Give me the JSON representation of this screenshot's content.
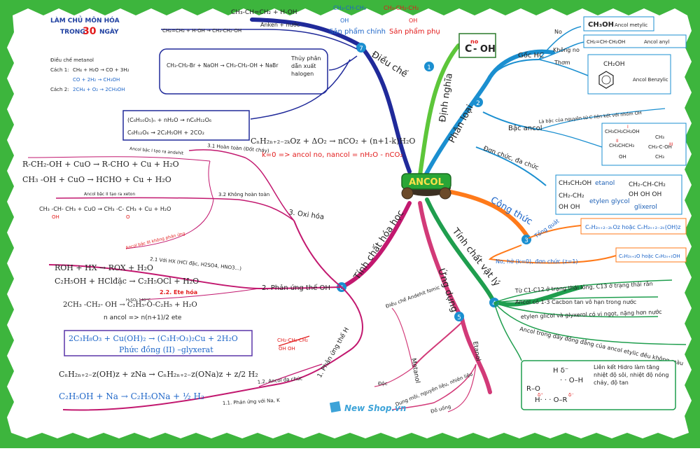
{
  "colors": {
    "border_green": "#3db53d",
    "c1": "#5dc63a",
    "c2": "#1b8fd0",
    "c3": "#ff7a1a",
    "c4": "#1f9e4e",
    "c5": "#d23a78",
    "c6": "#c2186f",
    "c7": "#202a9a",
    "red": "#e21b1b",
    "blue": "#1e66c8",
    "center_green": "#29a636"
  },
  "logo": {
    "line1": "LÀM CHỦ MÔN HÓA",
    "line2": "TRONG",
    "number": "30",
    "line3": "NGÀY"
  },
  "watermark": "New Shop.vn",
  "center": {
    "label": "ANCOL"
  },
  "b1": {
    "num": "1",
    "label": "Định nghĩa",
    "formula_main": "C",
    "formula_sup": "no",
    "formula_tail": "- OH"
  },
  "b2": {
    "num": "2",
    "label": "Phân loại",
    "goc_hc": "Gốc HC",
    "no": "No",
    "khong_no": "Không no",
    "thom": "Thơm",
    "metylic_formula": "CH₃OH",
    "metylic_name": "Ancol metylic",
    "anyl_formula": "CH₂=CH-CH₂OH",
    "anyl_name": "Ancol anyl",
    "benzylic_formula": "CH₂OH",
    "benzylic_name": "Ancol Benzylic",
    "bac_ancol": "Bậc ancol",
    "bac_desc": "Là bậc của nguyên tử C liên kết với nhóm OH",
    "bac_f1": "CH₃CH₂CH₂OH",
    "bac_f2": "CH₃CHCH₃",
    "bac_f2b": "OH",
    "bac_f3": "CH₃",
    "bac_f4": "CH₃-C-OH",
    "bac_f5": "CH₃",
    "bac_i": "I",
    "bac_ii": "II",
    "bac_iii": "III",
    "don_chuc": "Đơn chức, đa chức",
    "etanol_formula": "CH₃CH₂OH",
    "etanol_name": "etanol",
    "glycol_formula": "CH₂-CH₂",
    "glycol_oh": "OH   OH",
    "glycol_name": "etylen glycol",
    "glixerol_formula": "CH₂-CH-CH₂",
    "glixerol_oh": "OH  OH  OH",
    "glixerol_name": "glixerol"
  },
  "b3": {
    "num": "3",
    "label": "Công thức",
    "tong_quat": "Tổng quát",
    "general": "CₙH₂ₙ₊₂₋₂ₖOz hoặc CₙH₂ₙ₊₂₋₂ₖ(OH)z",
    "condition": "No, hở (k=0), đơn chức (z=1)",
    "specific": "CₙH₂ₙ₊₂O hoặc CₙH₂ₙ₊₁OH"
  },
  "b4": {
    "num": "4",
    "label": "Tính chất vật lý",
    "p1": "Từ C1-C12 ở trạng thái lỏng, C13 ở trạng thái rắn",
    "p2": "Ancol có 1-3 Cacbon tan vô hạn trong nước",
    "p3": "etylen glicol và glyxerol có vị ngọt, nặng hơn nước",
    "p4": "Ancol trong dãy đồng đẳng của ancol etylic đều không màu",
    "hbond_text": "Liên kết Hidro làm tăng nhiệt độ sôi, nhiệt độ nóng chảy, độ tan"
  },
  "b5": {
    "num": "5",
    "label": "Ứng dụng",
    "metanol": "Metanol",
    "andehit": "Điều chế Andehit fomic",
    "doc": "Độc",
    "etanol": "Etanol",
    "dung_moi": "Dung môi, nguyên liệu, nhiên liệu",
    "do_uong": "Đồ uống"
  },
  "b6": {
    "num": "6",
    "label": "Tính chất hóa học",
    "oxi_hoa": "3. Oxi hóa",
    "ht": "3.1 Hoàn toàn (Đốt cháy)",
    "kht": "3.2 Không hoàn toàn",
    "bac1": "Ancol bậc I tạo ra andehit",
    "bac2": "Ancol bậc II tạo ra xeton",
    "bac3": "Ancol bậc III không phản ứng",
    "eq_ox1": "R-CH₂-OH + CuO → R-CHO + Cu + H₂O",
    "eq_ox2": "CH₃ -OH + CuO → HCHO + Cu + H₂O",
    "eq_ox3": "CH₃ -CH- CH₃ + CuO → CH₃ -C- CH₃ + Cu + H₂O",
    "eq_ox3_oh": "OH",
    "eq_ox3_o": "O",
    "eq_comb": "CₙH₂ₙ₊₂₋₂ₖOz + ΔO₂ → nCO₂ + (n+1-k)H₂O",
    "eq_comb2": "k=0 => ancol no, nancol = nH₂O - nCO₂",
    "the_oh": "2. Phản ứng thế OH",
    "hx": "2.1 Với HX (HCl đặc, H2SO4, HNO3...)",
    "ete": "2.2. Ete hóa",
    "eq_hx1": "ROH + HX → ROX + H₂O",
    "eq_hx2": "C₂H₅OH + HClđặc → C₂H₅OCl + H₂O",
    "eq_ete": "2CH₃ -CH₂- OH → C₂H₅-O-C₂H₅ + H₂O",
    "eq_ete_cond": "H₂SO₄ 140°C",
    "eq_ete2": "n ancol => n(n+1)/2 ete",
    "the_h": "1. Phản ứng thế H",
    "da_chuc": "1.2. Ancol đa chức",
    "na_k": "1.1. Phản ứng với Na, K",
    "eq_cu": "2C₃H₈O₃ + Cu(OH)₂ → (C₃H₇O₃)₂Cu + 2H₂O",
    "eq_cu_name": "Phức đồng (II) –glyxerat",
    "eq_na1": "CₙH₂ₙ₊₂₋z(OH)z + zNa → CₙH₂ₙ₊₂₋z(ONa)z + z/2 H₂",
    "eq_na2": "C₂H₅OH + Na → C₂H₅ONa + ½ H₂",
    "no_rx": "CH₂-CH₂-CH₂",
    "no_rx2": "OH       OH"
  },
  "b7": {
    "num": "7",
    "label": "Điều chế",
    "anken": "Anken + nước",
    "eq_anken": "CH₂=CH₂ + H-OH → CH₃-CH₂-OH",
    "eq_top": "CH₃-CH=CH₂ + H-OH",
    "main_product": "Sản phẩm chính",
    "side_product": "Sản phẩm phụ",
    "main_formula": "CH₃-CH-CH₃",
    "main_oh": "OH",
    "side_formula": "CH₃-CH₂-CH₂",
    "side_oh": "OH",
    "eq_halogen": "CH₃-CH₂-Br + NaOH → CH₃-CH₂-OH + NaBr",
    "halogen_label": "Thủy phân dẫn xuất halogen",
    "eq_tinh_bot1": "(C₆H₁₀O₅)ₙ + nH₂O → nC₆H₁₂O₆",
    "eq_tinh_bot2": "C₆H₁₂O₆ → 2C₂H₅OH + 2CO₂",
    "metanol_title": "Điều chế metanol",
    "c1": "Cách 1:",
    "c1_eq1": "CH₄ + H₂O → CO + 3H₂",
    "c1_eq2": "CO + 2H₂ → CH₃OH",
    "c2": "Cách 2:",
    "c2_eq": "2CH₄ + O₂ → 2CH₃OH"
  }
}
